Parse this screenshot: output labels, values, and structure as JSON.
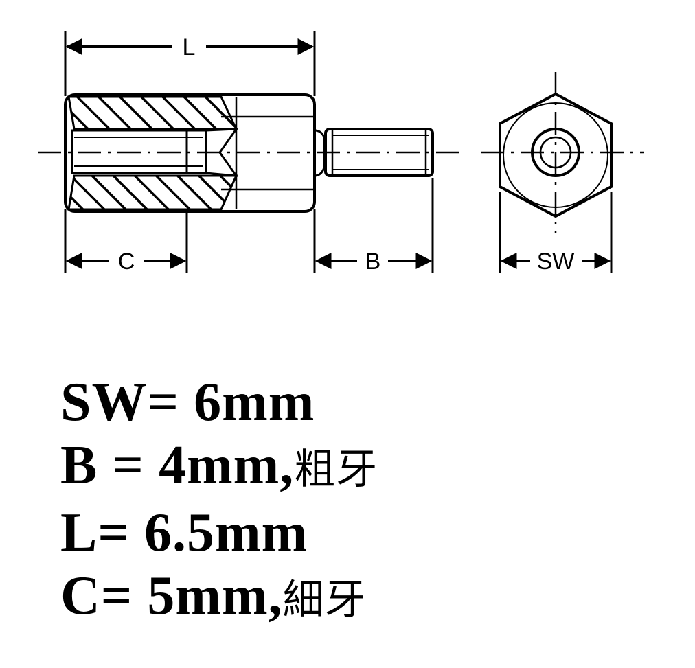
{
  "dimension_labels": {
    "L": "L",
    "C": "C",
    "B": "B",
    "SW": "SW"
  },
  "specs": [
    {
      "main": "SW= 6mm",
      "suffix": ""
    },
    {
      "main": "B = 4mm,",
      "suffix": "粗牙"
    },
    {
      "main": "L= 6.5mm",
      "suffix": ""
    },
    {
      "main": "C= 5mm,",
      "suffix": "細牙"
    }
  ]
}
